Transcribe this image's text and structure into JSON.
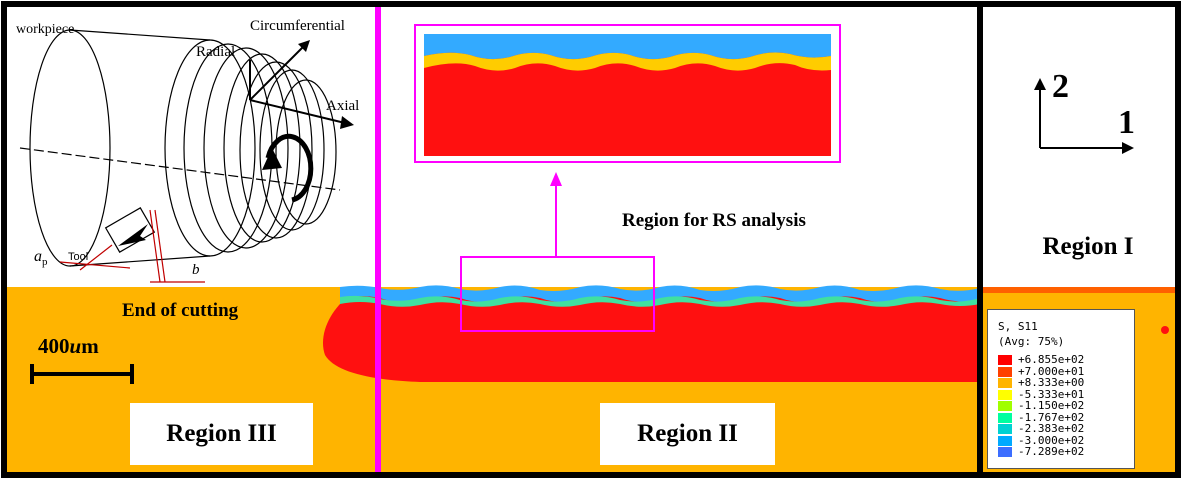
{
  "diagram": {
    "regions": {
      "region_1": "Region I",
      "region_2": "Region II",
      "region_3": "Region III",
      "rs_region": "Region for RS analysis"
    },
    "annotations": {
      "end_of_cutting": "End of cutting",
      "scale_bar": "400",
      "scale_unit_italic": "u",
      "scale_unit": "m"
    },
    "axes": {
      "axis_2": "2",
      "axis_1": "1"
    },
    "inset": {
      "workpiece": "workpiece",
      "radial": "Radial",
      "circumferential": "Circumferential",
      "axial": "Axial",
      "tool": "Tool",
      "ap_symbol": "a",
      "ap_subscript": "p",
      "b_symbol": "b"
    },
    "legend": {
      "title_line1": "S, S11",
      "title_line2": "(Avg: 75%)",
      "levels": [
        {
          "value": "+6.855e+02",
          "color": "#ff0000"
        },
        {
          "value": "+7.000e+01",
          "color": "#ff4000"
        },
        {
          "value": "+8.333e+00",
          "color": "#ffb400"
        },
        {
          "value": "-5.333e+01",
          "color": "#ffff00"
        },
        {
          "value": "-1.150e+02",
          "color": "#a0ff00"
        },
        {
          "value": "-1.767e+02",
          "color": "#00ffa0"
        },
        {
          "value": "-2.383e+02",
          "color": "#00d2d2"
        },
        {
          "value": "-3.000e+02",
          "color": "#00aaff"
        },
        {
          "value": "-7.289e+02",
          "color": "#3c6eff"
        }
      ]
    },
    "colors": {
      "background_field": "#ffb400",
      "high_stress": "#ff1010",
      "surface_band": "#33aaff",
      "divider_magenta": "#ff00ff",
      "frame": "#000000"
    }
  }
}
